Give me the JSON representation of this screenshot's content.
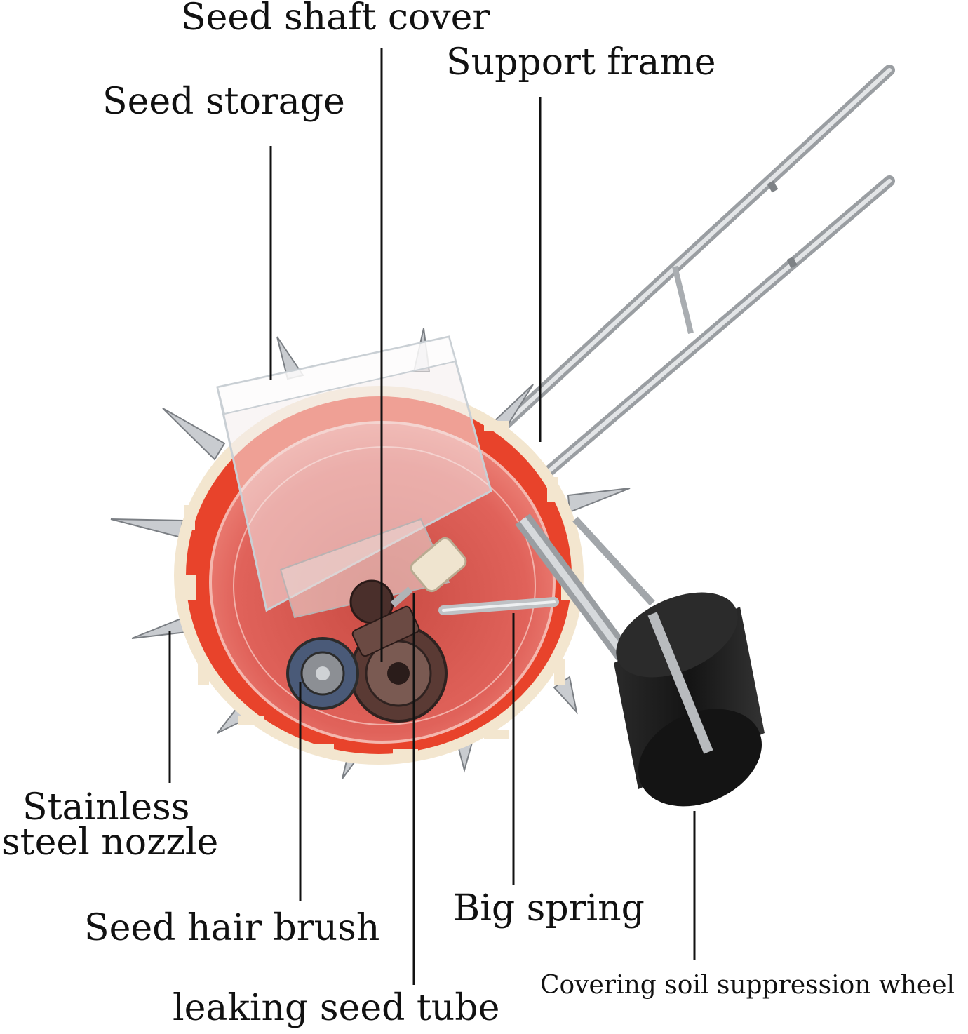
{
  "labels": {
    "seed_shaft_cover": "Seed shaft cover",
    "support_frame": "Support frame",
    "seed_storage": "Seed storage",
    "stainless_steel_nozzle_line1": "Stainless",
    "stainless_steel_nozzle_line2": "steel nozzle",
    "seed_hair_brush": "Seed hair brush",
    "big_spring": "Big spring",
    "leaking_seed_tube": "leaking seed tube",
    "covering_soil_suppression_wheel": "Covering soil suppression wheel"
  },
  "colors": {
    "wheel_red": "#e8432b",
    "wheel_inner": "#d8564a",
    "rim_cream": "#f3e6cf",
    "steel": "#b9bcbf",
    "roller_black": "#1a1a1a",
    "hopper": "#e9eef2"
  }
}
